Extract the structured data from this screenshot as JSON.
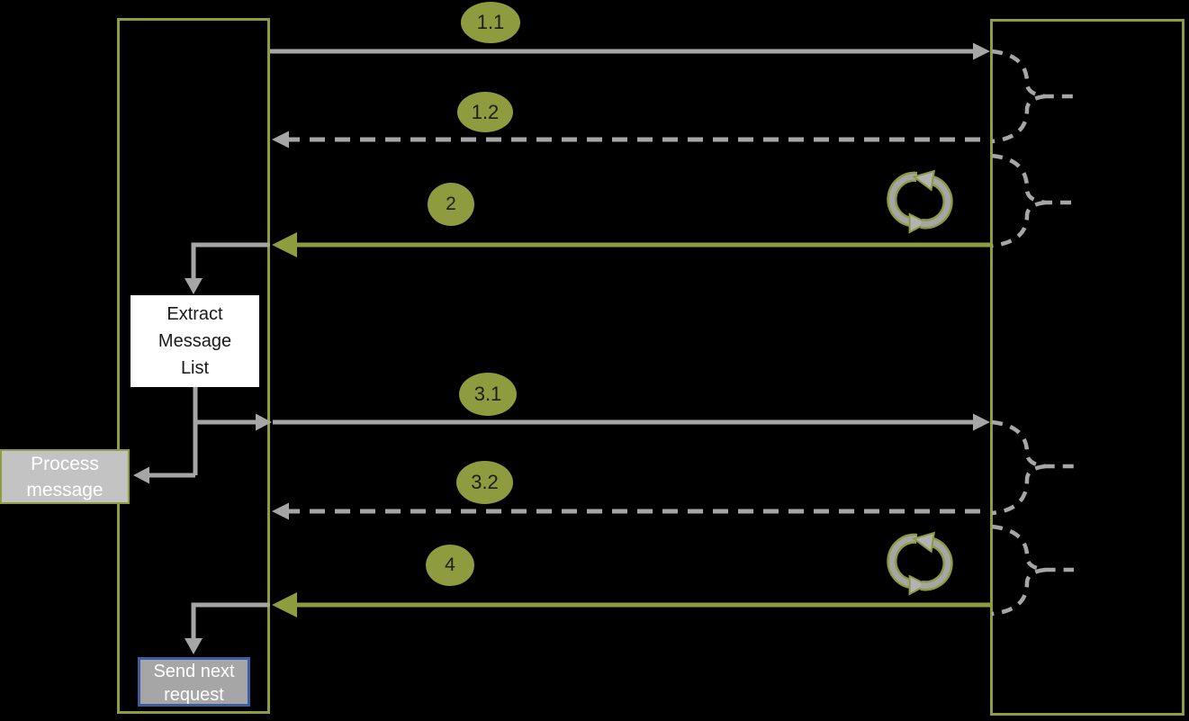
{
  "diagram": {
    "type": "sequence-flow",
    "background": "black"
  },
  "colors": {
    "background": "#000000",
    "olive": "#8E9B3E",
    "gray": "#A6A6A6",
    "box_gray": "#C3C3C3",
    "icon_gray": "#B3B3B3",
    "blue_border": "#3D5DA1",
    "white": "#FFFFFF",
    "badge_text": "#1F1F14"
  },
  "messages": [
    {
      "label": "1.1",
      "direction": "left-to-right",
      "line": "solid-gray"
    },
    {
      "label": "1.2",
      "direction": "right-to-left",
      "line": "dashed-gray"
    },
    {
      "label": "2",
      "direction": "right-to-left",
      "line": "solid-olive",
      "loop_icon": true
    },
    {
      "label": "3.1",
      "direction": "left-to-right",
      "line": "solid-gray"
    },
    {
      "label": "3.2",
      "direction": "right-to-left",
      "line": "dashed-gray"
    },
    {
      "label": "4",
      "direction": "right-to-left",
      "line": "solid-olive",
      "loop_icon": true
    }
  ],
  "boxes": {
    "extract": {
      "text": "Extract\nMessage\nList"
    },
    "process": {
      "text": "Process\nmessage"
    },
    "send_next": {
      "text": "Send next\nrequest"
    }
  },
  "icons": {
    "loop": "loop-refresh-icon",
    "brace": "dashed-grouping-brace"
  }
}
